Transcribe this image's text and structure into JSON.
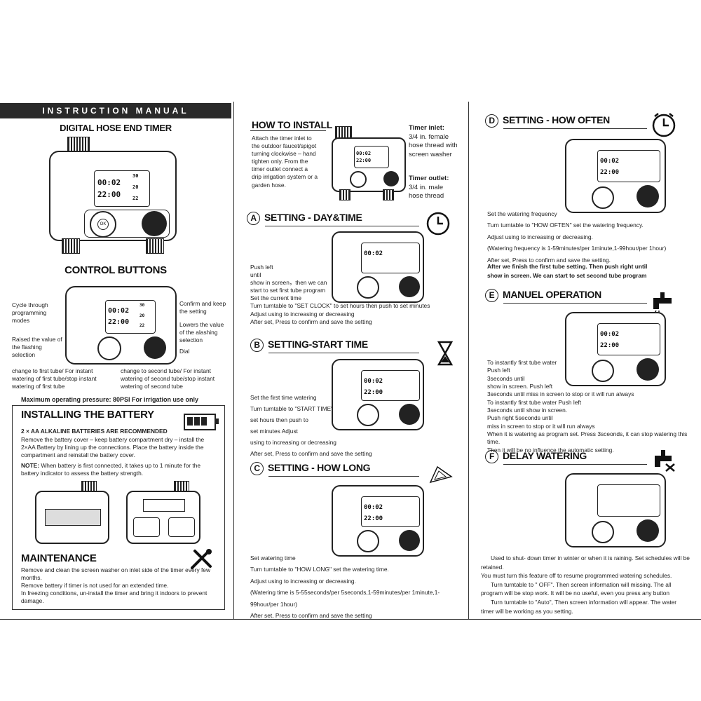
{
  "col1": {
    "header": "INSTRUCTION MANUAL",
    "subtitle": "DIGITAL HOSE END TIMER",
    "control_title": "CONTROL BUTTONS",
    "labels": {
      "cycle": "Cycle through programming modes",
      "confirm": "Confirm and keep the setting",
      "lowers": "Lowers the value of the alashing selection",
      "raised": "Raised the value of the flashing selection",
      "dial": "Dial",
      "tube1": "change to first tube/ For instant watering of first tube/stop instant watering of first tube",
      "tube2": "change to second tube/ For instant watering of second tube/stop instant watering of second tube"
    },
    "pressure": "Maximum operating pressure: 80PSI For irrigation use only",
    "battery_title": "INSTALLING THE BATTERY",
    "battery_sub": "2 × AA ALKALINE BATTERIES ARE RECOMMENDED",
    "battery_text": "Remove the battery cover – keep battery compartment dry – install the 2×AA Battery by lining up the connections. Place the battery inside the compartment and reinstall the battery cover.",
    "note_label": "NOTE:",
    "note_text": " When battery is first connected, it takes up to 1 minute for the battery indicator to assess the battery strength.",
    "maint_title": "MAINTENANCE",
    "maint_text": [
      "Remove and clean the screen washer on inlet side of the timer every few months.",
      "Remove battery if timer is not used for an extended time.",
      "In freezing conditions, un-install the timer and bring it indoors to prevent damage."
    ]
  },
  "col2": {
    "install_title": "HOW TO INSTALL",
    "install_text": "Attach the timer inlet to the outdoor faucet/spigot turning clockwise – hand tighten only. From the timer outlet connect a drip irrigation system or a garden hose.",
    "inlet_title": "Timer inlet:",
    "inlet_text": "3/4 in. female hose thread with screen washer",
    "outlet_title": "Timer outlet:",
    "outlet_text": "3/4 in. male hose thread",
    "a_letter": "A",
    "a_title": "SETTING - DAY&TIME",
    "a_lines": [
      "Push left",
      "until",
      "show in screen，then we can",
      "start to set first tube program",
      "Set the current time",
      "Turn turntable to \"SET CLOCK\" to set hours then push     to set minutes",
      "Adjust using      to increasing or decreasing",
      "After set, Press      to confirm and save the setting"
    ],
    "b_letter": "B",
    "b_title": "SETTING-START TIME",
    "b_lines": [
      "Set the first time watering",
      "Turn turntable to \"START TIME\"",
      "set hours then push      to",
      "set minutes  Adjust",
      "using      to increasing or decreasing",
      "After set, Press      to confirm and save the setting"
    ],
    "c_letter": "C",
    "c_title": "SETTING - HOW LONG",
    "c_lines": [
      "Set watering time",
      "Turn turntable to \"HOW LONG\" set the watering time.",
      "Adjust using      to increasing or decreasing.",
      "(Watering time is 5-55seconds/per 5seconds,1-59minutes/per 1minute,1-99hour/per 1hour)",
      "After set, Press      to confirm and save the setting"
    ]
  },
  "col3": {
    "d_letter": "D",
    "d_title": "SETTING - HOW OFTEN",
    "d_lines": [
      "Set the watering frequency",
      "Turn turntable to \"HOW OFTEN\" set the watering frequency.",
      "Adjust using      to increasing or decreasing.",
      "(Watering frequency is 1-59minutes/per 1minute,1-99hour/per 1hour)",
      "After set, Press      to confirm and save the setting."
    ],
    "d_bold1": "After we finish the first tube setting. Then push right        until",
    "d_bold2": "show in screen. We can start to set second tube program",
    "e_letter": "E",
    "e_title": "MANUEL OPERATION",
    "e_lines": [
      "To instantly first tube water",
      "Push left",
      "3seconds until",
      "show in screen. Push left",
      "3seconds until          miss in screen to stop or it will run always",
      "To instantly first tube water Push left",
      "3seconds until          show in screen.",
      "Push right      5seconds until",
      "miss in screen to stop or it will run always",
      "When it is watering as program set. Press      3sceonds, it can stop watering this time.",
      "Then it will be no influence the automatic setting."
    ],
    "f_letter": "F",
    "f_title": "DELAY WATERING",
    "f_lines": [
      "Used to shut- down timer in winter or when it is raining. Set schedules will be retained.",
      "You must turn this feature off to resume programmed watering schedules.",
      "Turn turntable to \" OFF\". Then screen information will missing. The all program will be stop work. It will be no useful, even you press any button",
      "Turn turntable to \"Auto\", Then screen information will appear. The water timer will be working as you setting."
    ]
  },
  "lcd": {
    "t1": "00:02",
    "t2": "22:00",
    "n1": "30",
    "n2": "20",
    "n3": "22",
    "ok": "OK"
  }
}
